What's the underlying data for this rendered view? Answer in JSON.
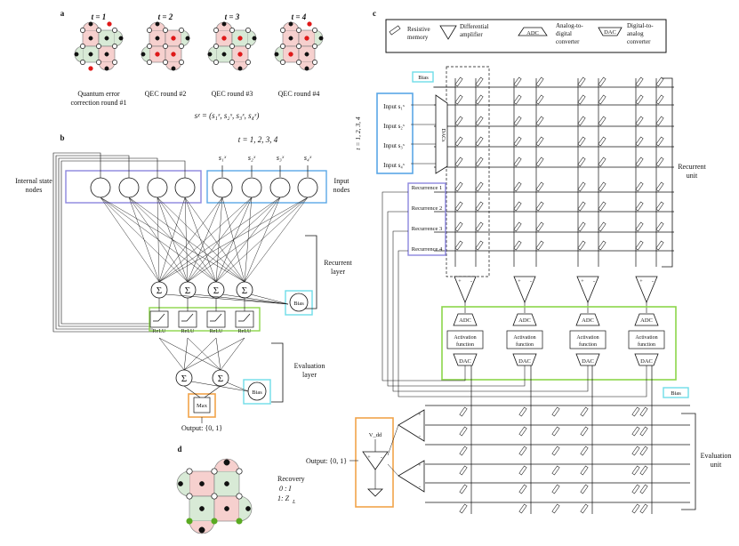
{
  "panels": {
    "a": {
      "label": "a",
      "rounds": [
        {
          "t": "t = 1",
          "caption1": "Quantum error",
          "caption2": "correction round #1",
          "red_plaquettes": [],
          "red_data": [
            [
              2,
              0
            ],
            [
              1,
              3
            ]
          ]
        },
        {
          "t": "t = 2",
          "caption1": "QEC round #2",
          "caption2": "",
          "red_plaquettes": [
            [
              0,
              1
            ],
            [
              1,
              0
            ]
          ],
          "red_data": [
            [
              1,
              1
            ]
          ]
        },
        {
          "t": "t = 3",
          "caption1": "QEC round #3",
          "caption2": "",
          "red_plaquettes": [
            [
              0,
              0
            ],
            [
              1,
              1
            ]
          ],
          "red_data": [
            [
              0,
              1
            ]
          ]
        },
        {
          "t": "t = 4",
          "caption1": "QEC round #4",
          "caption2": "",
          "red_plaquettes": [
            [
              0,
              1
            ],
            [
              1,
              0
            ]
          ],
          "red_data": [
            [
              2,
              0
            ]
          ]
        }
      ],
      "syndrome": "sᵡ = (s₁ˣ, s₂ˣ, s₃ˣ, s₄ˣ)"
    },
    "b": {
      "label": "b",
      "time_label": "t = 1, 2, 3, 4",
      "internal_label_1": "Internal state",
      "internal_label_2": "nodes",
      "input_label_1": "Input",
      "input_label_2": "nodes",
      "input_symbols": [
        "s₁ˣ",
        "s₂ˣ",
        "s₃ˣ",
        "s₄ˣ"
      ],
      "sigma": "Σ",
      "relu": "ReLU",
      "bias": "Bias",
      "recurrent_1": "Recurrent",
      "recurrent_2": "layer",
      "evaluation_1": "Evaluation",
      "evaluation_2": "layer",
      "max": "Max",
      "output": "Output: {0, 1}"
    },
    "c": {
      "label": "c",
      "legend": {
        "memory_1": "Resistive",
        "memory_2": "memory",
        "diff_1": "Differential",
        "diff_2": "amplifier",
        "adc_box": "ADC",
        "adc_1": "Analog-to-",
        "adc_2": "digital",
        "adc_3": "converter",
        "dac_box": "DAC",
        "dac_1": "Digital-to-",
        "dac_2": "analog",
        "dac_3": "converter"
      },
      "bias_top": "Bias",
      "bias_bottom": "Bias",
      "time_label": "t = 1, 2, 3, 4",
      "inputs": [
        "Input s₁ˣ",
        "Input s₂ˣ",
        "Input s₃ˣ",
        "Input s₄ˣ"
      ],
      "dacs": "DACs",
      "recurrences": [
        "Recurrence 1",
        "Recurrence 2",
        "Recurrence 3",
        "Recurrence 4"
      ],
      "recurrent_unit_1": "Recurrent",
      "recurrent_unit_2": "unit",
      "evaluation_unit_1": "Evaluation",
      "evaluation_unit_2": "unit",
      "adc": "ADC",
      "activation_1": "Activation",
      "activation_2": "function",
      "dac": "DAC",
      "vdd": "V_dd",
      "output": "Output: {0, 1}",
      "plus": "+",
      "minus": "-"
    },
    "d": {
      "label": "d",
      "recovery": "Recovery",
      "zero": "0 : I",
      "one": "1: Z",
      "one_sub": "L"
    }
  },
  "colors": {
    "red_plaquette": "#f6d0ce",
    "green_plaquette": "#d8ead6",
    "red_dot": "#e01818",
    "purple": "#8c86de",
    "blue": "#5aa7e6",
    "green": "#8cd64a",
    "cyan": "#6fdde8",
    "orange": "#f2a34a",
    "logical_green": "#5aaa22"
  }
}
